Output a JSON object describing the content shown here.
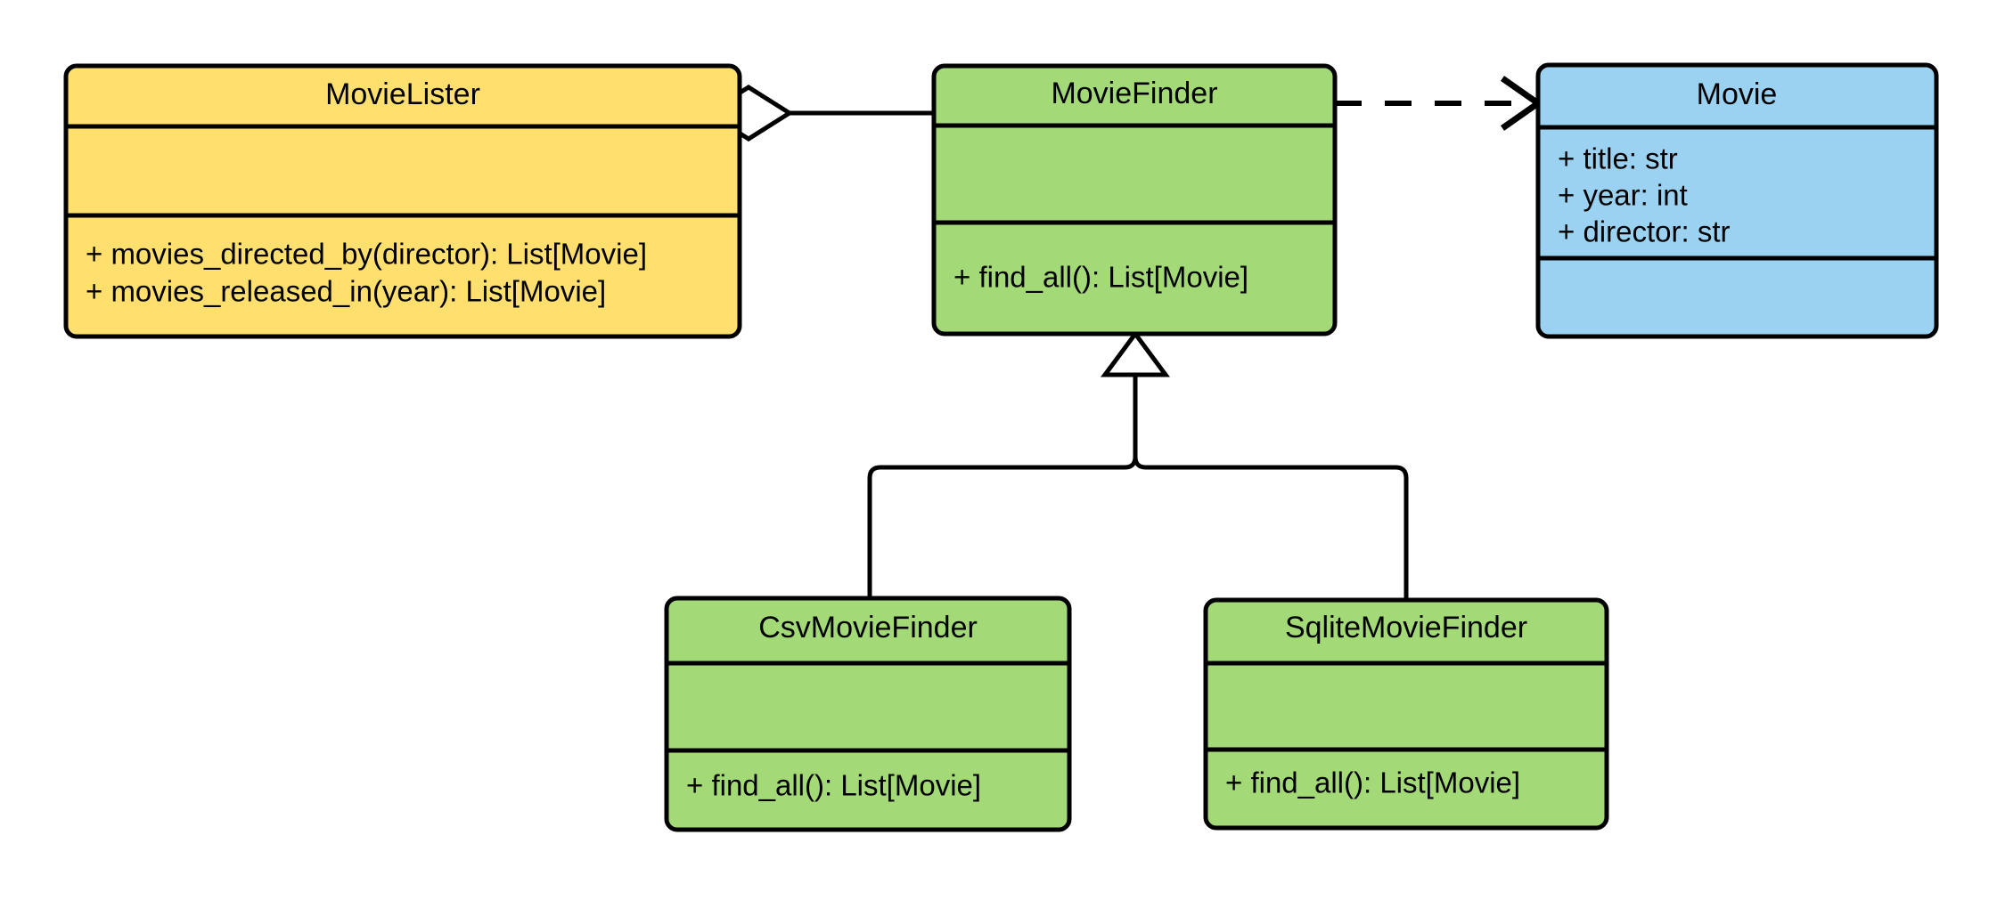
{
  "diagram": {
    "type": "uml-class-diagram",
    "title": "MovieLister dependency injection class diagram",
    "background_color": "#ffffff",
    "line_color": "#000000",
    "colors": {
      "client_yellow": "#ffdf6e",
      "interface_green": "#a3d977",
      "entity_blue": "#9cd2f1"
    },
    "classes": [
      {
        "id": "movie-lister",
        "name": "MovieLister",
        "fill": "#ffdf6e",
        "attributes": [],
        "methods": [
          "+ movies_directed_by(director): List[Movie]",
          "+ movies_released_in(year): List[Movie]"
        ]
      },
      {
        "id": "movie-finder",
        "name": "MovieFinder",
        "fill": "#a3d977",
        "attributes": [],
        "methods": [
          "+ find_all(): List[Movie]"
        ]
      },
      {
        "id": "movie",
        "name": "Movie",
        "fill": "#9cd2f1",
        "attributes": [
          "+ title: str",
          "+ year: int",
          "+ director: str"
        ],
        "methods": []
      },
      {
        "id": "csv-movie-finder",
        "name": "CsvMovieFinder",
        "fill": "#a3d977",
        "attributes": [],
        "methods": [
          "+ find_all(): List[Movie]"
        ]
      },
      {
        "id": "sqlite-movie-finder",
        "name": "SqliteMovieFinder",
        "fill": "#a3d977",
        "attributes": [],
        "methods": [
          "+ find_all(): List[Movie]"
        ]
      }
    ],
    "relationships": [
      {
        "id": "aggregation-lister-finder",
        "kind": "aggregation",
        "marker": "hollow-diamond",
        "line_style": "solid",
        "source": "MovieLister",
        "target": "MovieFinder",
        "label": ""
      },
      {
        "id": "dependency-finder-movie",
        "kind": "dependency",
        "marker": "open-arrow",
        "line_style": "dashed",
        "source": "MovieFinder",
        "target": "Movie",
        "label": ""
      },
      {
        "id": "generalization-csv-finder",
        "kind": "generalization",
        "marker": "hollow-triangle",
        "line_style": "solid",
        "source": "CsvMovieFinder",
        "target": "MovieFinder",
        "label": ""
      },
      {
        "id": "generalization-sqlite-finder",
        "kind": "generalization",
        "marker": "hollow-triangle",
        "line_style": "solid",
        "source": "SqliteMovieFinder",
        "target": "MovieFinder",
        "label": ""
      }
    ]
  }
}
